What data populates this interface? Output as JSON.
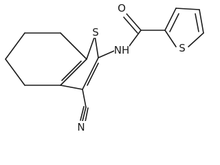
{
  "molecule": {
    "atoms": {
      "O": "O",
      "NH": "NH",
      "S_thiophene": "S",
      "S_benzothiophene": "S",
      "N_nitrile": "N"
    }
  }
}
